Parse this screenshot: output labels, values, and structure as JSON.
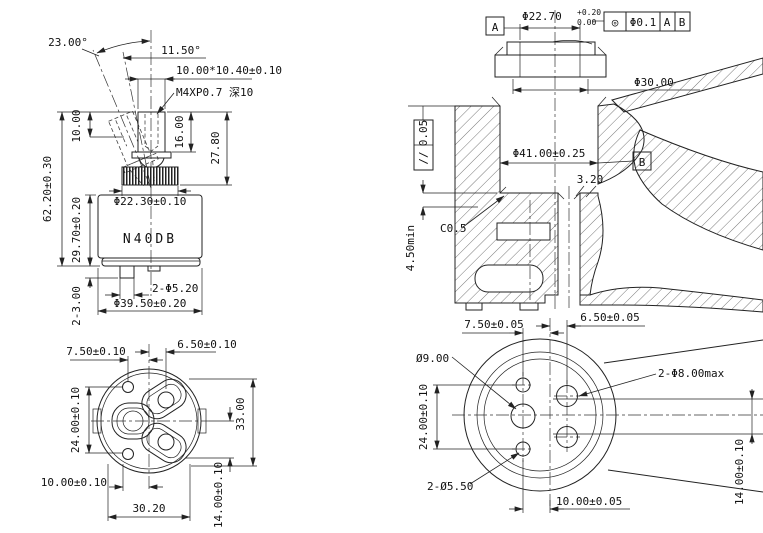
{
  "drawing": {
    "part_label": "N40DB",
    "line_color": "#222222",
    "background": "#ffffff",
    "views": {
      "cartridge_side": {
        "angle_full": "23.00°",
        "angle_half": "11.50°",
        "stem_square": "10.00*10.40±0.10",
        "thread_note": "M4XP0.7 深10",
        "dim_stem_travel": "10.00",
        "dim_stem_length": "16.00",
        "dim_head_height": "27.80",
        "dim_total_height": "62.20±0.30",
        "dim_body_height": "29.70±0.20",
        "dim_spline_dia": "Φ22.30±0.10",
        "dim_pins": "2-Φ5.20",
        "dim_body_dia": "Φ39.50±0.20",
        "dim_pin_height": "2-3.00"
      },
      "cartridge_bottom": {
        "dim_left_offset": "7.50±0.10",
        "dim_right_offset": "6.50±0.10",
        "dim_hole_span": "24.00±0.10",
        "dim_height": "33.00",
        "dim_center_offset": "10.00±0.10",
        "dim_width": "30.20",
        "dim_port_span": "14.00±0.10"
      },
      "housing_section": {
        "datum_a": "A",
        "datum_b": "B",
        "dim_bore_top": "Φ22.70",
        "tol_upper": "+0.20",
        "tol_lower": "0.00",
        "fcf_symbol": "◎",
        "fcf_tolerance": "Φ0.1",
        "fcf_datum1": "A",
        "fcf_datum2": "B",
        "dim_cap_dia": "Φ30.00",
        "parallelism_symbol": "//",
        "parallelism_tol": "0.05",
        "dim_cavity_dia": "Φ41.00±0.25",
        "dim_chamfer_w": "3.20",
        "chamfer_note": "C0.5",
        "dim_depth_min": "4.50min"
      },
      "housing_bottom": {
        "dim_left_offset": "7.50±0.05",
        "dim_right_offset": "6.50±0.05",
        "dim_center_hole": "Ø9.00",
        "dim_big_holes": "2-Φ8.00max",
        "dim_hole_span": "24.00±0.10",
        "dim_small_holes": "2-Ø5.50",
        "dim_center_offset": "10.00±0.05",
        "dim_channel": "14.00±0.10"
      }
    }
  }
}
